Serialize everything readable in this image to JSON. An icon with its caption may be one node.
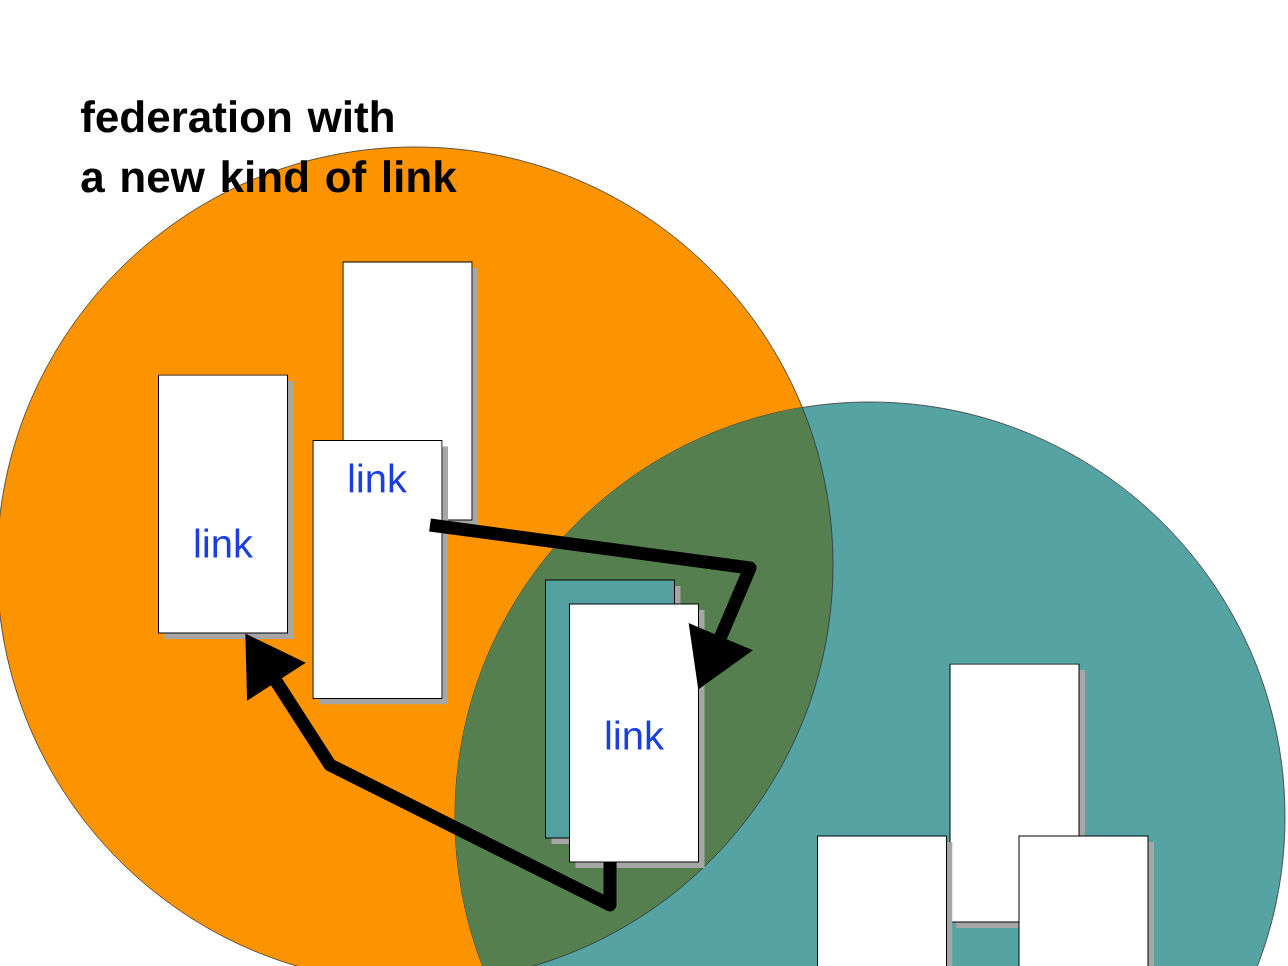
{
  "diagram": {
    "title": "federation with a new kind of link",
    "nodes": [
      {
        "text": [],
        "shape": "circle"
      },
      {
        "text": [],
        "shape": "box",
        "in": 0
      },
      {
        "text": [
          "link"
        ],
        "in": 0
      },
      {
        "text": [
          "link"
        ],
        "in": 0
      },
      {
        "text": [],
        "shape": "circle"
      },
      {
        "text": [],
        "shape": "box"
      },
      {
        "text": [
          "link"
        ]
      },
      {
        "text": [],
        "shape": "box",
        "in": 4
      },
      {
        "text": [],
        "shape": "box",
        "in": 4
      },
      {
        "text": [],
        "shape": "box",
        "in": 4
      }
    ],
    "edges": [
      {
        "from": 3,
        "to": 6,
        "arrow": "to"
      },
      {
        "from": 6,
        "to": 2,
        "arrow": "to"
      }
    ]
  }
}
